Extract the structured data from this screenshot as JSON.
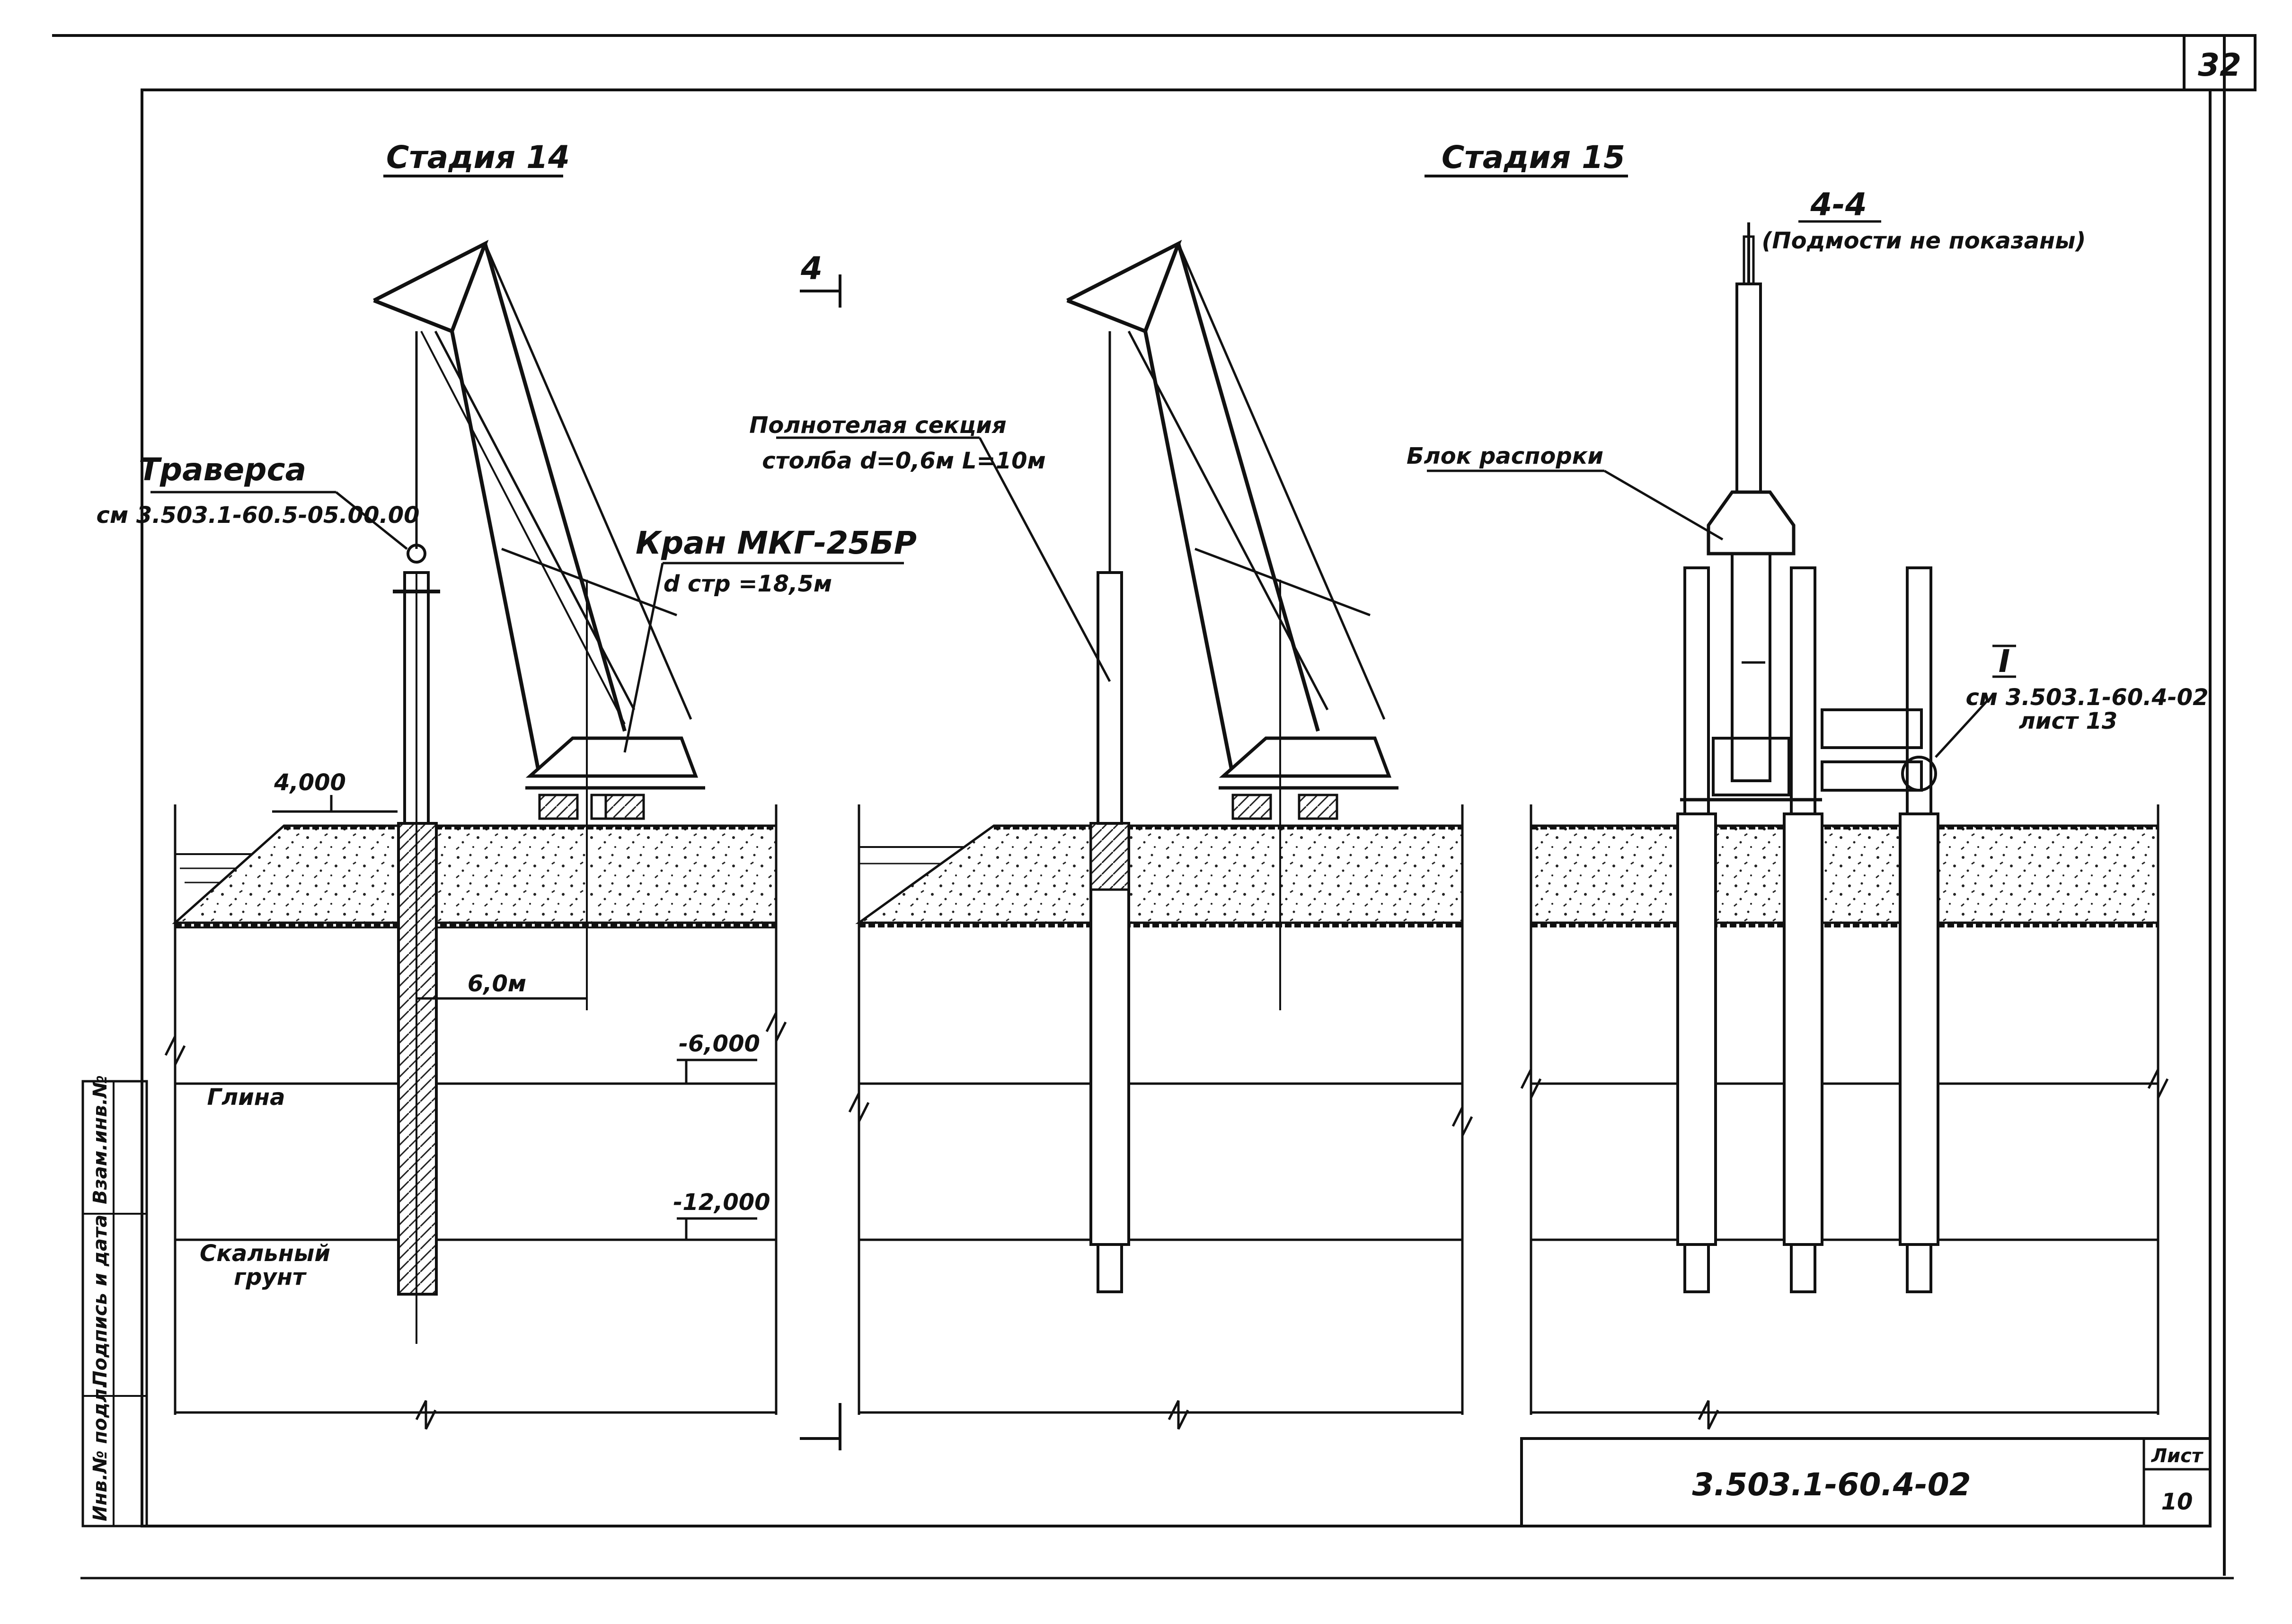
{
  "sheet_corner_number": "32",
  "stage14": {
    "title": "Стадия 14"
  },
  "stage15": {
    "title": "Стадия 15"
  },
  "section_marker": "4",
  "section_label": "4-4",
  "section_note": "(Подмости не показаны)",
  "traverse": {
    "label": "Траверса",
    "ref": "см 3.503.1-60.5-05.00.00"
  },
  "crane": {
    "label": "Кран МКГ-25БР",
    "reach": "d стр =18,5м"
  },
  "solid_section": {
    "line1": "Полнотелая секция",
    "line2": "столба d=0,6м L=10м"
  },
  "spacer_block": "Блок распорки",
  "detail_ref": {
    "mark": "I",
    "line1": "см 3.503.1-60.4-02",
    "line2": "лист 13"
  },
  "elevations": {
    "top": "4,000",
    "mid": "-6,000",
    "low": "-12,000"
  },
  "distance": "6,0м",
  "soils": {
    "clay": "Глина",
    "rock1": "Скальный",
    "rock2": "грунт"
  },
  "side_stamp": {
    "col1": "Взам.инв.№",
    "col2": "Подпись и дата",
    "col3": "Инв.№ подл."
  },
  "title_block": {
    "code": "3.503.1-60.4-02",
    "sheet_label": "Лист",
    "sheet_no": "10"
  }
}
